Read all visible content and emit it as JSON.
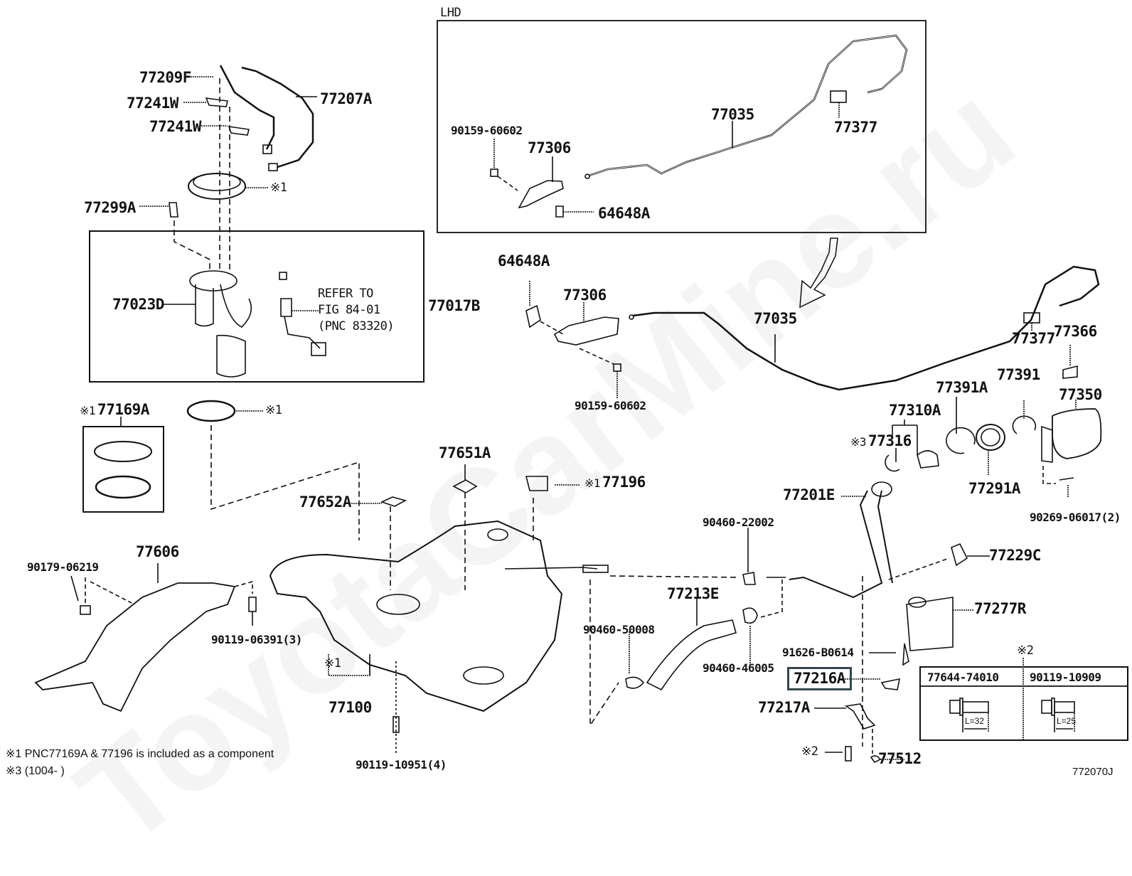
{
  "diagram": {
    "title_code": "772070J",
    "watermark": "ToyotaCarMine.ru",
    "highlight_color": "#34474f",
    "inset_lhd": {
      "title": "LHD",
      "labels": {
        "bolt": "90159-60602",
        "lever": "77306",
        "cable": "77035",
        "clip_77377": "77377",
        "clip_64648A": "64648A"
      }
    },
    "pump_group": {
      "labels": {
        "77209F": "77209F",
        "77241W_a": "77241W",
        "77241W_b": "77241W",
        "77207A": "77207A",
        "ring_note": "※1",
        "77299A": "77299A",
        "77023D": "77023D",
        "77017B": "77017B",
        "refer_line1": "REFER TO",
        "refer_line2": "FIG 84-01",
        "refer_line3": "(PNC 83320)"
      }
    },
    "kit_77169A": {
      "mark": "※1",
      "label": "77169A"
    },
    "gasket_note": "※1",
    "tank_group": {
      "labels": {
        "77652A": "77652A",
        "77651A": "77651A",
        "77196": "77196",
        "77196_mark": "※1",
        "77606": "77606",
        "90179-06219": "90179-06219",
        "90119-06391": "90119-06391(3)",
        "77100_mark": "※1",
        "77100": "77100",
        "90119-10951": "90119-10951(4)"
      }
    },
    "main_opener": {
      "labels": {
        "64648A": "64648A",
        "77306": "77306",
        "90159-60602": "90159-60602",
        "77035": "77035",
        "77377": "77377",
        "77366": "77366"
      }
    },
    "filler_group": {
      "labels": {
        "77391A": "77391A",
        "77391": "77391",
        "77350": "77350",
        "77310A": "77310A",
        "77316_mark": "※3",
        "77316": "77316",
        "77291A": "77291A",
        "90269-06017": "90269-06017(2)",
        "77201E": "77201E",
        "90460-22002": "90460-22002",
        "77229C": "77229C",
        "77213E": "77213E",
        "90460-50008": "90460-50008",
        "77277R": "77277R",
        "90460-46005": "90460-46005",
        "91626-B0614": "91626-B0614",
        "77216A": "77216A",
        "77217A": "77217A",
        "bolt_mark": "※2",
        "77512": "77512"
      }
    },
    "bolt_table": {
      "mark": "※2",
      "columns": [
        {
          "part": "77644-74010",
          "length": "L=32"
        },
        {
          "part": "90119-10909",
          "length": "L=25"
        }
      ]
    },
    "notes": [
      "※1 PNC77169A & 77196 is included as a component",
      "※3 (1004-        )"
    ]
  }
}
